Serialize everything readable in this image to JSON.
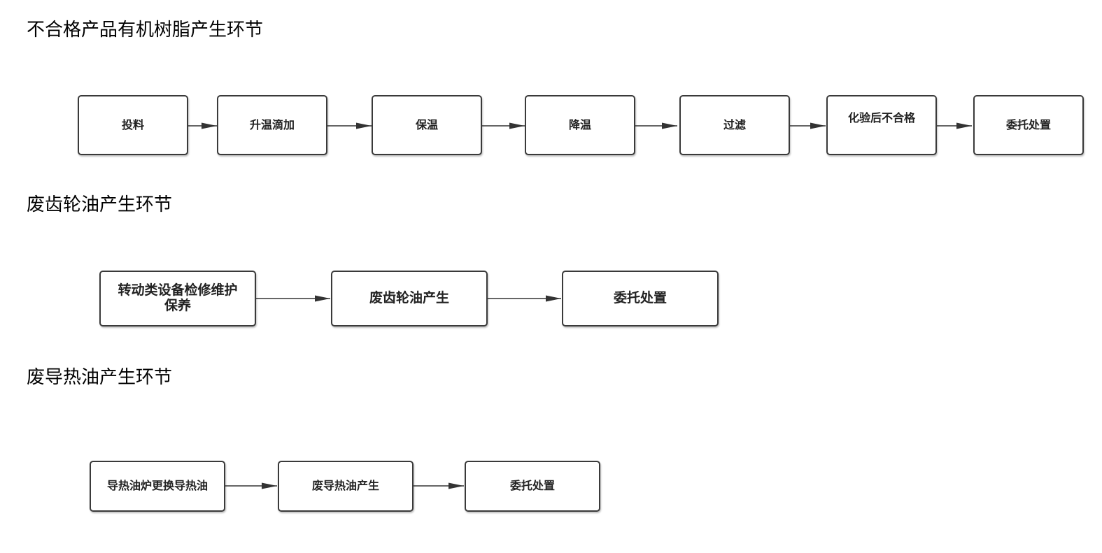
{
  "sections": [
    {
      "title": "不合格产品有机树脂产生环节",
      "steps": [
        "投料",
        "升温滴加",
        "保温",
        "降温",
        "过滤",
        "化验后不合格",
        "委托处置"
      ]
    },
    {
      "title": "废齿轮油产生环节",
      "steps": [
        "转动类设备检修维护保养",
        "废齿轮油产生",
        "委托处置"
      ]
    },
    {
      "title": "废导热油产生环节",
      "steps": [
        "导热油炉更换导热油",
        "废导热油产生",
        "委托处置"
      ]
    }
  ],
  "colors": {
    "box_border": "#3a3a3a",
    "arrow": "#333333",
    "text": "#222222"
  }
}
